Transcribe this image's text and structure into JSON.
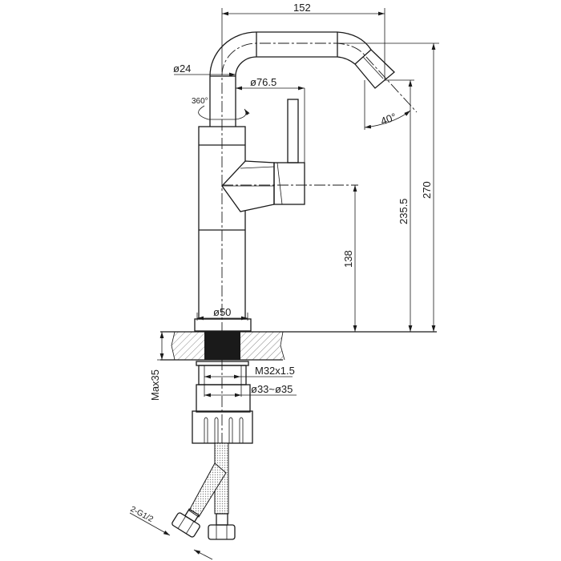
{
  "title": "Faucet dimension drawing",
  "dimensions": {
    "spout_reach": "152",
    "pipe_diameter": "ø24",
    "handle_reach": "ø76.5",
    "rotation": "360°",
    "spray_angle": "40°",
    "outlet_height": "235.5",
    "total_height": "270",
    "handle_height": "138",
    "base_diameter": "ø50",
    "max_thickness": "Max35",
    "thread": "M32x1.5",
    "hole_diameter": "ø33~ø35",
    "hose_connection": "2-G1/2"
  },
  "colors": {
    "line": "#1a1a1a",
    "background": "#ffffff"
  }
}
